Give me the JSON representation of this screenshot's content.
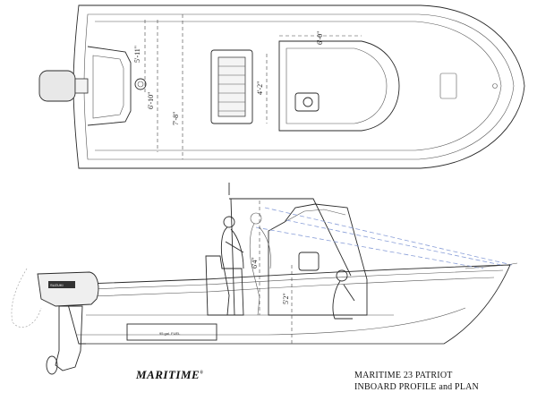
{
  "dimensions": {
    "beam_top": "5'-11\"",
    "beam_mid": "6'-10\"",
    "beam_max": "7'-8\"",
    "console_width": "4'-2\"",
    "console_length": "6'-0\"",
    "headroom": "6'4\"",
    "cabin_height": "5'2\""
  },
  "labels": {
    "fuel_tank": "95 gal. FUEL",
    "engine_brand": "SUZUKI"
  },
  "logo": {
    "text": "MARITIME",
    "mark": "®"
  },
  "caption": {
    "line1": "MARITIME 23 PATRIOT",
    "line2": "INBOARD PROFILE and PLAN"
  }
}
